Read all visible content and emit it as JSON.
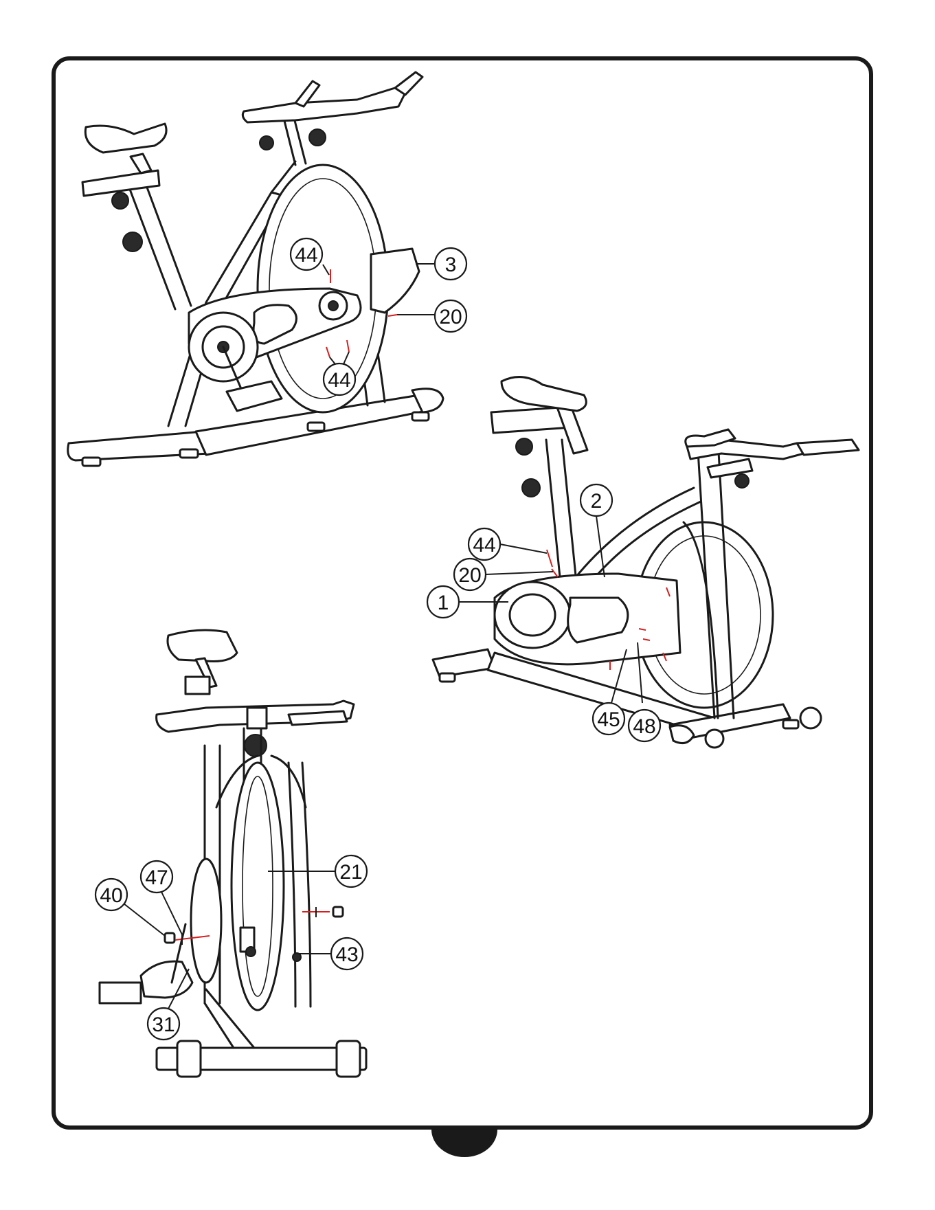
{
  "callouts": {
    "c44a": "44",
    "c3": "3",
    "c20a": "20",
    "c44b": "44",
    "c2": "2",
    "c44c": "44",
    "c20b": "20",
    "c1": "1",
    "c45": "45",
    "c48": "48",
    "c21": "21",
    "c47": "47",
    "c40": "40",
    "c43": "43",
    "c31": "31"
  },
  "colors": {
    "line": "#1a1a1a",
    "accent": "#d81e1e"
  }
}
